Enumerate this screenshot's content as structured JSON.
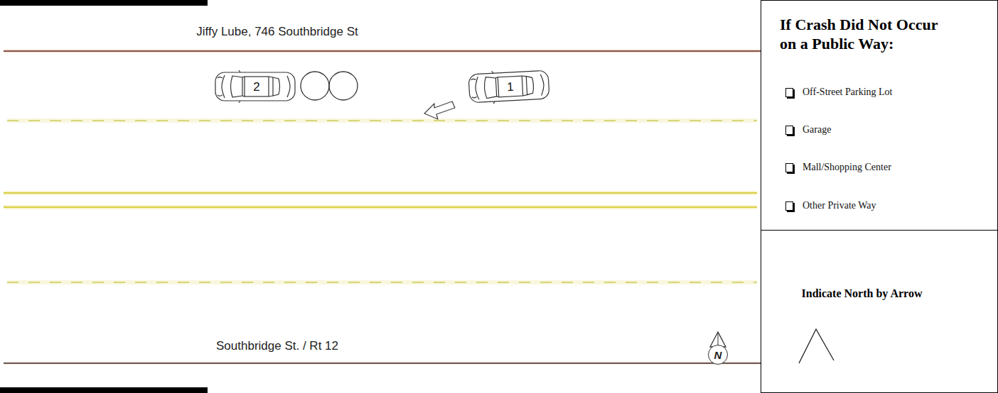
{
  "diagram": {
    "nodes": [
      {
        "text": [
          "2"
        ]
      },
      {
        "text": [
          "1"
        ]
      },
      {
        "text": [
          "If Crash Did Not Occur on a Public Way:",
          "Off-Street Parking Lot",
          "Garage",
          "Mall/Shopping Center",
          "Other Private Way"
        ]
      },
      {
        "text": [
          "Indicate North by Arrow"
        ]
      },
      {
        "text": [
          "N"
        ]
      }
    ],
    "labels": [
      "Jiffy Lube, 746 Southbridge St",
      "Southbridge St. / Rt 12"
    ]
  }
}
